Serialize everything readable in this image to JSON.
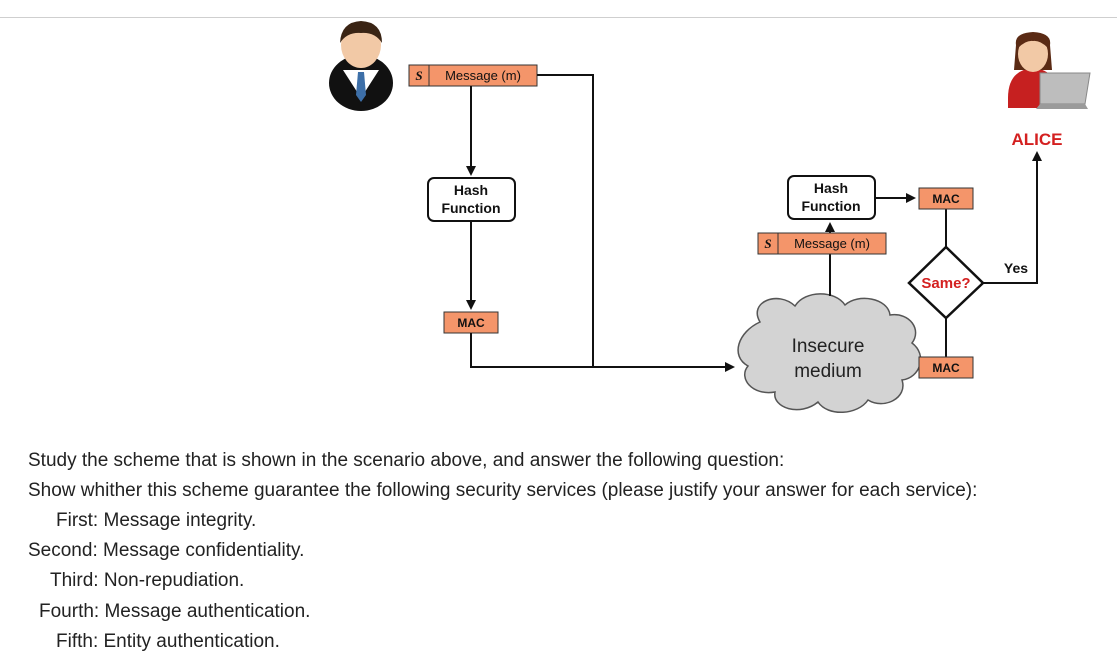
{
  "diagram": {
    "sender_message": {
      "key": "S",
      "label": "Message (m)"
    },
    "sender_hash": {
      "line1": "Hash",
      "line2": "Function"
    },
    "sender_mac": "MAC",
    "medium": {
      "line1": "Insecure",
      "line2": "medium"
    },
    "receiver_message": {
      "key": "S",
      "label": "Message (m)"
    },
    "receiver_hash": {
      "line1": "Hash",
      "line2": "Function"
    },
    "computed_mac": "MAC",
    "received_mac": "MAC",
    "compare": "Same?",
    "yes_label": "Yes",
    "receiver_name": "ALICE",
    "colors": {
      "mac_box": "#f4956a",
      "cloud": "#d3d3d3",
      "alice": "#d42020",
      "line": "#111111"
    },
    "icons": {
      "sender": "businessman-avatar-icon",
      "receiver": "woman-with-laptop-icon"
    }
  },
  "question": {
    "intro": "Study the scheme that is shown in the scenario above, and answer the following question:",
    "prompt": "Show whither this scheme guarantee the following security services (please justify your answer for each service):",
    "items": [
      "First: Message integrity.",
      "Second: Message confidentiality.",
      "Third: Non-repudiation.",
      "Fourth: Message authentication.",
      "Fifth: Entity authentication."
    ]
  }
}
